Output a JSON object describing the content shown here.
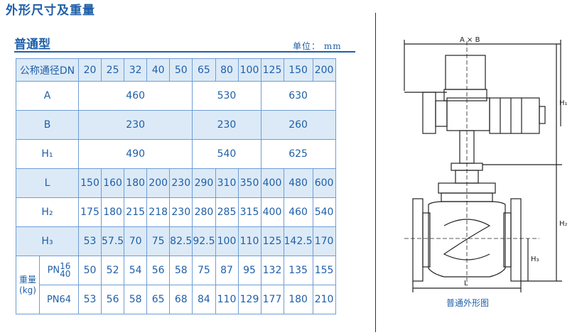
{
  "page_title": "外形尺寸及重量",
  "sub_title": "普通型",
  "unit": "单位： mm",
  "table": {
    "header_label": "公称通径DN",
    "dn": [
      "20",
      "25",
      "32",
      "40",
      "50",
      "65",
      "80",
      "100",
      "125",
      "150",
      "200"
    ],
    "A": {
      "label": "A",
      "values": [
        "460",
        "530",
        "630"
      ]
    },
    "B": {
      "label": "B",
      "values": [
        "230",
        "230",
        "260"
      ]
    },
    "H1": {
      "label": "H₁",
      "values": [
        "490",
        "540",
        "625"
      ]
    },
    "L": {
      "label": "L",
      "values": [
        "150",
        "160",
        "180",
        "200",
        "230",
        "290",
        "310",
        "350",
        "400",
        "480",
        "600"
      ]
    },
    "H2": {
      "label": "H₂",
      "values": [
        "175",
        "180",
        "215",
        "218",
        "230",
        "280",
        "285",
        "315",
        "400",
        "460",
        "540"
      ]
    },
    "H3": {
      "label": "H₃",
      "values": [
        "53",
        "57.5",
        "70",
        "75",
        "82.5",
        "92.5",
        "100",
        "110",
        "125",
        "142.5",
        "170"
      ]
    },
    "weight_label_top": "重量",
    "weight_label_bottom": "(kg)",
    "pn1_prefix": "PN",
    "pn1_top": "16",
    "pn1_bottom": "40",
    "pn1_values": [
      "50",
      "52",
      "54",
      "56",
      "58",
      "75",
      "87",
      "95",
      "132",
      "135",
      "155"
    ],
    "pn2_label": "PN64",
    "pn2_values": [
      "53",
      "56",
      "58",
      "65",
      "68",
      "84",
      "110",
      "129",
      "177",
      "180",
      "210"
    ]
  },
  "drawing": {
    "dim_top": "A × B",
    "h1": "H₁",
    "h2": "H₂",
    "h3": "H₃",
    "l": "L",
    "caption": "普通外形图"
  }
}
